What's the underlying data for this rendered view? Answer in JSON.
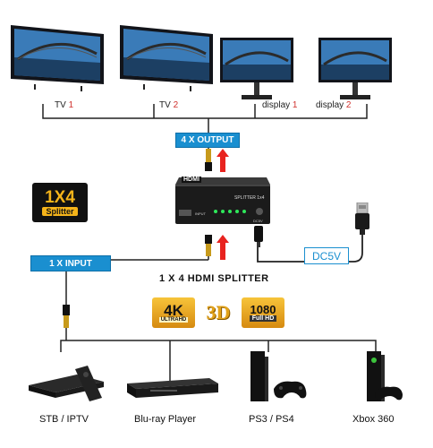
{
  "outputs": [
    {
      "name": "TV",
      "num": "1"
    },
    {
      "name": "TV",
      "num": "2"
    },
    {
      "name": "display",
      "num": "1"
    },
    {
      "name": "display",
      "num": "2"
    }
  ],
  "output_label": "4 X OUTPUT",
  "input_label": "1 X INPUT",
  "power_label": "DC5V",
  "badge": {
    "top": "1X4",
    "bottom": "Splitter"
  },
  "device_text": {
    "brand": "HDMI",
    "model": "SPLITTER 1x4",
    "in_port": "INPUT",
    "power_port": "DC5V"
  },
  "title": "1 X 4 HDMI SPLITTER",
  "features": {
    "res4k": "4K",
    "res4k_sub": "ULTRAHD",
    "threed": "3D",
    "full": "1080",
    "full_sub": "Full HD"
  },
  "sources": [
    "STB / IPTV",
    "Blu-ray Player",
    "PS3 / PS4",
    "Xbox 360"
  ],
  "colors": {
    "accent_blue": "#1a8fd0",
    "arrow_red": "#e8231f",
    "badge_gold": "#f5b41a"
  }
}
